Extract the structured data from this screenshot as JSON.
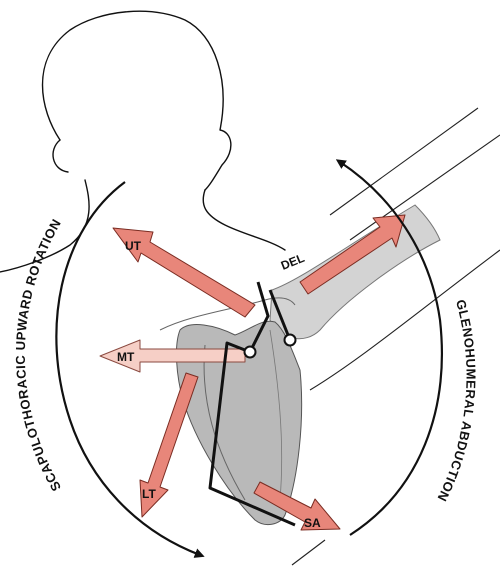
{
  "labels": {
    "rotation": "SCAPULOTHORACIC UPWARD ROTATION",
    "abduction": "GLENOHUMERAL ABDUCTION"
  },
  "muscles": {
    "ut": "UT",
    "del": "DEL",
    "mt": "MT",
    "lt": "LT",
    "sa": "SA"
  },
  "colors": {
    "force_arrow": "#e8867a",
    "force_arrow_pale": "#f6cfc6",
    "bone": "#b9b9b9",
    "arm": "#d3d3d3"
  }
}
